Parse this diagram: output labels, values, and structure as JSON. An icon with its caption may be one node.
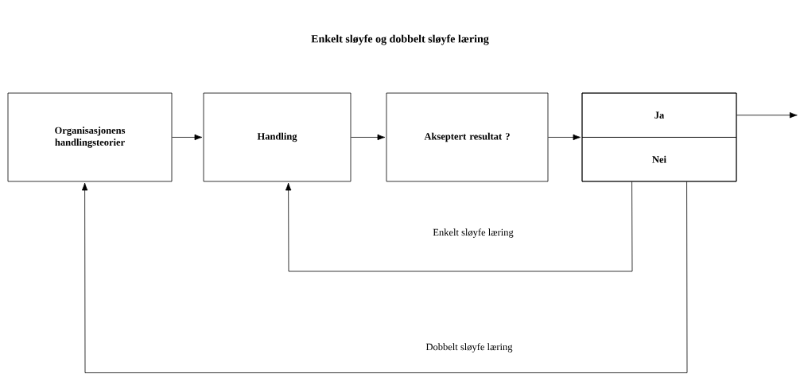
{
  "diagram": {
    "title": "Enkelt sløyfe og dobbelt sløyfe læring",
    "nodes": [
      {
        "text": [
          "Organisasjonens handlingsteorier"
        ]
      },
      {
        "text": [
          "Handling"
        ]
      },
      {
        "text": [
          "Akseptert resultat ?"
        ]
      },
      {
        "text": [],
        "shape": "box"
      },
      {
        "text": [
          "Ja"
        ],
        "in": 3
      },
      {
        "text": [
          "Nei"
        ],
        "in": 3
      }
    ],
    "edges": [
      {
        "from": 0,
        "to": 1,
        "arrow": "to"
      },
      {
        "from": 1,
        "to": 2,
        "arrow": "to"
      },
      {
        "from": 2,
        "to": 3,
        "arrow": "to"
      },
      {
        "from": 4,
        "to": null,
        "arrow": "to"
      },
      {
        "from": 5,
        "to": 1,
        "arrow": "to",
        "label": "Enkelt sløyfe læring"
      },
      {
        "from": 5,
        "to": 0,
        "arrow": "to",
        "label": "Dobbelt sløyfe læring"
      }
    ]
  }
}
